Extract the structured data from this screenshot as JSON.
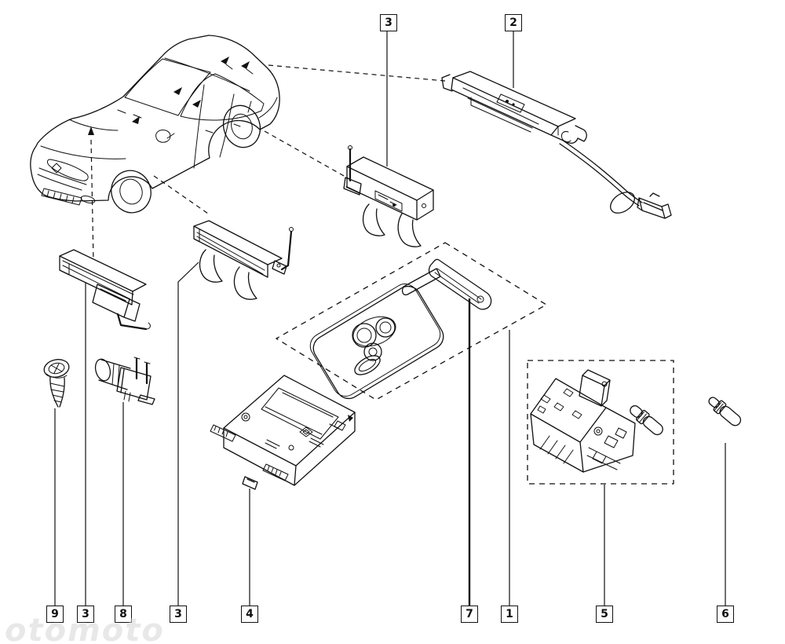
{
  "canvas": {
    "background": "#ffffff",
    "line_color": "#111111"
  },
  "watermark": {
    "text": "otomoto"
  },
  "callouts": [
    {
      "label": "3",
      "position": "top",
      "ref": "keyless-module-with-whip-antenna"
    },
    {
      "label": "2",
      "position": "top",
      "ref": "roof-aerial-with-cable"
    },
    {
      "label": "9",
      "position": "bottom",
      "ref": "screw"
    },
    {
      "label": "3",
      "position": "bottom",
      "ref": "door-handle-antenna"
    },
    {
      "label": "8",
      "position": "bottom",
      "ref": "lock-actuator"
    },
    {
      "label": "3",
      "position": "bottom",
      "ref": "shelf-antenna-module"
    },
    {
      "label": "4",
      "position": "bottom",
      "ref": "keycard-reader-unit"
    },
    {
      "label": "7",
      "position": "bottom",
      "ref": "emergency-key-blade"
    },
    {
      "label": "1",
      "position": "bottom",
      "ref": "keycard-set"
    },
    {
      "label": "5",
      "position": "bottom",
      "ref": "start-switch-assembly"
    },
    {
      "label": "6",
      "position": "bottom",
      "ref": "transponder-pin"
    }
  ]
}
